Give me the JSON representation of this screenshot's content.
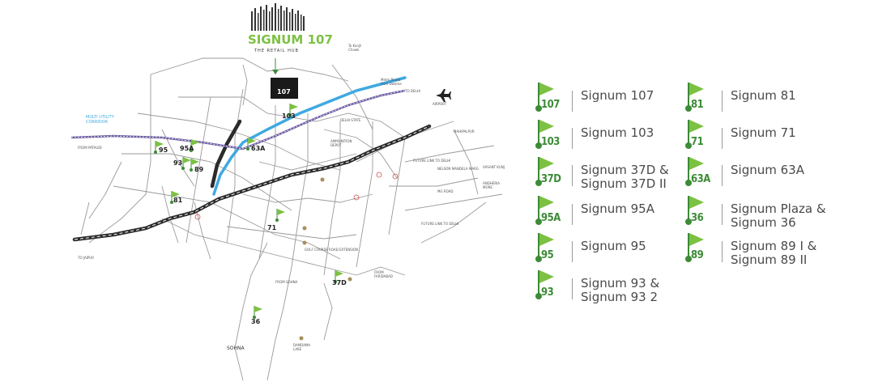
{
  "logo": {
    "name": "SIGNUM 107",
    "tagline": "THE RETAIL HUB"
  },
  "map_labels": {
    "multi_utility": "MULTI UTILITY\nCORRIDOR",
    "to_kanjli": "To Kanjli\nChowk",
    "metro": "Metro Route\nfrom Dwarka",
    "to_delhi": "TO DELHI",
    "airport": "AIRPORT",
    "delhi_state": "DELHI STATE",
    "mahipalpur": "MAHIPALPUR",
    "future_link": "FUTURE LINK TO DELHI",
    "nelson_mandela": "NELSON MANDELA MARG",
    "vasant_kunj": "VASANT KUNJ",
    "andheria_more": "ANDHERIA\nMORE",
    "mg_road": "MG ROAD",
    "future_link_delhi": "FUTURE LINK TO DELHI",
    "ammunition": "AMMUNITION\nDEPOT",
    "from_pataudi": "FROM PATAUDI",
    "nh8": "TO JAIPUR",
    "golf_course": "GOLF COURSE ROAD EXTENSION",
    "from_faridabad": "FROM\nFARIDABAD",
    "sohna": "SOHNA",
    "damdama": "DAMDAMA\nLAKE",
    "from_sohna": "FROM SOHNA"
  },
  "sites": [
    {
      "code": "107"
    },
    {
      "code": "103"
    },
    {
      "code": "95"
    },
    {
      "code": "95A"
    },
    {
      "code": "93"
    },
    {
      "code": "89"
    },
    {
      "code": "81"
    },
    {
      "code": "71"
    },
    {
      "code": "37D"
    },
    {
      "code": "36"
    },
    {
      "code": "63A"
    }
  ],
  "legend": [
    {
      "code": "107",
      "label": "Signum 107"
    },
    {
      "code": "103",
      "label": "Signum 103"
    },
    {
      "code": "37D",
      "label": "Signum 37D &\nSignum 37D II"
    },
    {
      "code": "95A",
      "label": "Signum 95A"
    },
    {
      "code": "95",
      "label": "Signum 95"
    },
    {
      "code": "93",
      "label": "Signum 93 &\nSignum 93 2"
    },
    {
      "code": "81",
      "label": "Signum 81"
    },
    {
      "code": "71",
      "label": "Signum 71"
    },
    {
      "code": "63A",
      "label": "Signum 63A"
    },
    {
      "code": "36",
      "label": "Signum Plaza &\nSignum 36"
    },
    {
      "code": "89",
      "label": "Signum 89 I &\nSignum 89 II"
    }
  ],
  "colors": {
    "flag": "#7cc142",
    "flag_dark": "#3d8b37",
    "road": "#9a9a9a",
    "highway": "#2b2b2b",
    "metro": "#3fa9e0",
    "corridor": "#6a5aa0",
    "legend_text": "#4a4a4a"
  }
}
